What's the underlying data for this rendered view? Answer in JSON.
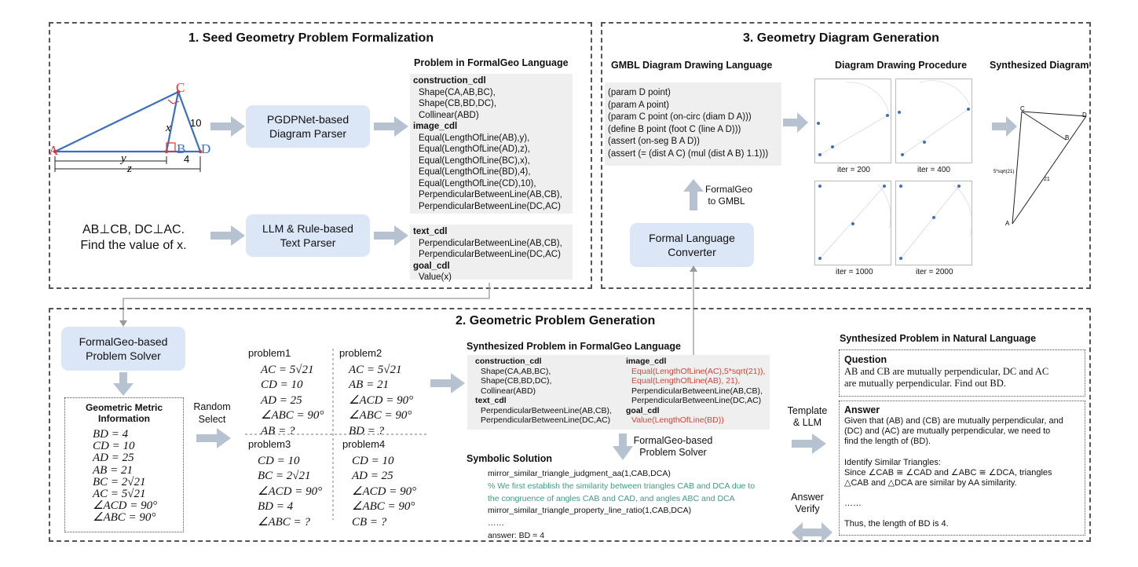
{
  "panel1": {
    "title": "1. Seed Geometry Problem Formalization",
    "triangle_labels": {
      "A": "A",
      "B": "B",
      "C": "C",
      "D": "D",
      "x": "x",
      "y": "y",
      "z": "z",
      "ten": "10",
      "four": "4"
    },
    "problem_text": [
      "AB⊥CB, DC⊥AC.",
      "Find the value of x."
    ],
    "diagram_parser": [
      "PGDPNet-based",
      "Diagram Parser"
    ],
    "text_parser": [
      "LLM & Rule-based",
      "Text Parser"
    ],
    "formalgeo_title": "Problem in FormalGeo Language",
    "construction_cdl": {
      "head": "construction_cdl",
      "lines": [
        "Shape(CA,AB,BC),",
        "Shape(CB,BD,DC),",
        "Collinear(ABD)"
      ]
    },
    "image_cdl": {
      "head": "image_cdl",
      "lines": [
        "Equal(LengthOfLine(AB),y),",
        "Equal(LengthOfLine(AD),z),",
        "Equal(LengthOfLine(BC),x),",
        "Equal(LengthOfLine(BD),4),",
        "Equal(LengthOfLine(CD),10),",
        "PerpendicularBetweenLine(AB,CB),",
        "PerpendicularBetweenLine(DC,AC)"
      ]
    },
    "text_cdl": {
      "head": "text_cdl",
      "lines": [
        "PerpendicularBetweenLine(AB,CB),",
        "PerpendicularBetweenLine(DC,AC)"
      ]
    },
    "goal_cdl": {
      "head": "goal_cdl",
      "lines": [
        "Value(x)"
      ]
    }
  },
  "panel3": {
    "title": "3. Geometry Diagram Generation",
    "gmbl_title": "GMBL Diagram Drawing Language",
    "gmbl_lines": [
      "(param D point)",
      "(param A point)",
      "(param C point (on-circ (diam D A)))",
      "(define B point (foot C (line A D)))",
      "(assert (on-seg B A D))",
      "(assert (= (dist A C) (mul (dist A B) 1.1)))"
    ],
    "procedure_title": "Diagram Drawing Procedure",
    "synth_title": "Synthesized Diagram",
    "iters": [
      "iter = 200",
      "iter = 400",
      "iter = 1000",
      "iter = 2000"
    ],
    "converter": [
      "Formal Language",
      "Converter"
    ],
    "convert_label": [
      "FormalGeo",
      "to GMBL"
    ],
    "synth_labels": {
      "C": "C",
      "D": "D",
      "B": "B",
      "A": "A",
      "ac": "5*sqrt(21)",
      "ab": "21"
    }
  },
  "panel2": {
    "title": "2. Geometric Problem Generation",
    "solver": [
      "FormalGeo-based",
      "Problem Solver"
    ],
    "metric_title": [
      "Geometric Metric",
      "Information"
    ],
    "metric_lines": [
      "BD = 4",
      "CD = 10",
      "AD = 25",
      "AB = 21",
      "BC = 2√21",
      "AC = 5√21",
      "∠ACD = 90°",
      "∠ABC = 90°"
    ],
    "random_select": [
      "Random",
      "Select"
    ],
    "problems": [
      {
        "name": "problem1",
        "lines": [
          "AC = 5√21",
          "CD = 10",
          "AD = 25",
          "∠ABC = 90°",
          "AB = ?"
        ]
      },
      {
        "name": "problem2",
        "lines": [
          "AC = 5√21",
          "AB = 21",
          "∠ACD = 90°",
          "∠ABC = 90°",
          "BD = ?"
        ]
      },
      {
        "name": "problem3",
        "lines": [
          "CD = 10",
          "BC = 2√21",
          "∠ACD = 90°",
          "BD = 4",
          "∠ABC = ?"
        ]
      },
      {
        "name": "problem4",
        "lines": [
          "CD = 10",
          "AD = 25",
          "∠ACD = 90°",
          "∠ABC = 90°",
          "CB = ?"
        ]
      }
    ],
    "synth_formal_title": "Synthesized Problem in FormalGeo Language",
    "sf_construction": {
      "head": "construction_cdl",
      "lines": [
        "Shape(CA,AB,BC),",
        "Shape(CB,BD,DC),",
        "Collinear(ABD)"
      ]
    },
    "sf_text": {
      "head": "text_cdl",
      "lines": [
        "PerpendicularBetweenLine(AB,CB),",
        "PerpendicularBetweenLine(DC,AC)"
      ]
    },
    "sf_image": {
      "head": "image_cdl",
      "red_lines": [
        "Equal(LengthOfLine(AC),5*sqrt(21)),",
        "Equal(LengthOfLine(AB), 21),"
      ],
      "lines": [
        "PerpendicularBetweenLine(AB,CB),",
        "PerpendicularBetweenLine(DC,AC)"
      ]
    },
    "sf_goal": {
      "head": "goal_cdl",
      "red_line": "Value(LengthOfLine(BD))"
    },
    "solver2": [
      "FormalGeo-based",
      "Problem Solver"
    ],
    "symbolic_title": "Symbolic Solution",
    "symbolic_lines": [
      {
        "text": "mirror_similar_triangle_judgment_aa(1,CAB,DCA)",
        "green": false
      },
      {
        "text": "% We first establish the similarity between triangles CAB and DCA due to",
        "green": true
      },
      {
        "text": "the congruence of  angles CAB and CAD, and angles ABC and DCA",
        "green": true
      },
      {
        "text": "mirror_similar_triangle_property_line_ratio(1,CAB,DCA)",
        "green": false
      },
      {
        "text": "……",
        "green": false
      },
      {
        "text": "answer: BD = 4",
        "green": false
      }
    ],
    "template_llm": [
      "Template",
      "& LLM"
    ],
    "answer_verify": [
      "Answer",
      "Verify"
    ],
    "nl_title": "Synthesized Problem in Natural Language",
    "question_head": "Question",
    "question_lines": [
      "AB and CB are mutually perpendicular, DC and AC",
      "are mutually perpendicular. Find out BD."
    ],
    "answer_head": "Answer",
    "answer_lines": [
      "Given that (AB) and (CB) are mutually perpendicular, and",
      "(DC) and (AC) are mutually perpendicular, we need to",
      "find the length of (BD).",
      "",
      "Identify Similar Triangles:",
      "Since ∠CAB ≅ ∠CAD and ∠ABC ≅ ∠DCA, triangles",
      "△CAB and △DCA are similar by AA similarity.",
      "",
      "……",
      "",
      "Thus, the length of BD is 4."
    ]
  }
}
